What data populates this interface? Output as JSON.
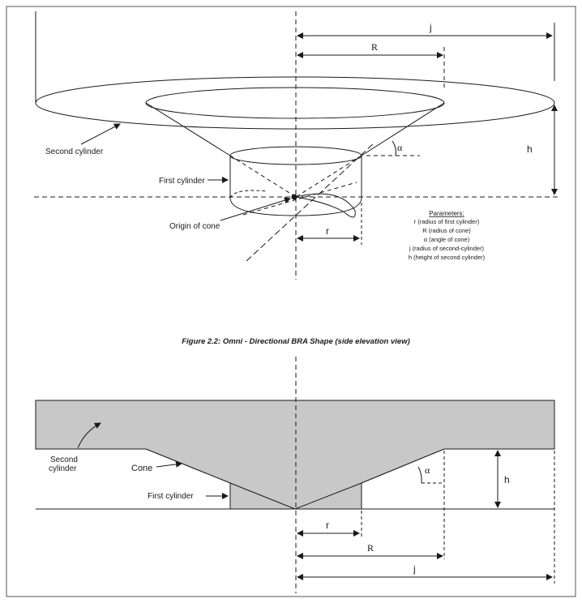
{
  "top_view": {
    "labels": {
      "j": "j",
      "R": "R",
      "alpha": "α",
      "h": "h",
      "r": "r",
      "second_cylinder": "Second cylinder",
      "first_cylinder": "First cylinder",
      "origin_of_cone": "Origin of cone"
    },
    "parameters": {
      "title": "Parameters:",
      "items": [
        "r (radius of first cylinder)",
        "R (radius of cone)",
        "α (angle of cone)",
        "j (radius of second-cylinder)",
        "h (height of second cylinder)"
      ]
    }
  },
  "caption": "Figure 2.2: Omni - Directional BRA Shape (side elevation view)",
  "bottom_view": {
    "labels": {
      "second_cylinder_line1": "Second",
      "second_cylinder_line2": "cylinder",
      "cone": "Cone",
      "first_cylinder": "First cylinder",
      "alpha": "α",
      "h": "h",
      "r": "r",
      "R": "R",
      "j": "j"
    }
  },
  "colors": {
    "line": "#1a1a1a",
    "fill": "#c8c8c8",
    "border": "#555555"
  }
}
